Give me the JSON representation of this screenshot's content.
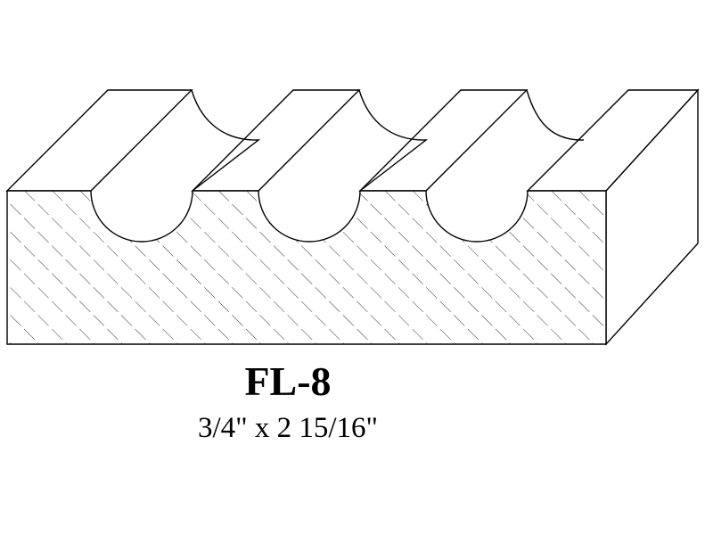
{
  "product": {
    "model_code": "FL-8",
    "dimensions": "3/4\" x 2 15/16\""
  },
  "drawing": {
    "flute_count": 3,
    "line_color": "#000000",
    "fill_color": "#ffffff",
    "hatch_style": "dashed-diagonal"
  }
}
